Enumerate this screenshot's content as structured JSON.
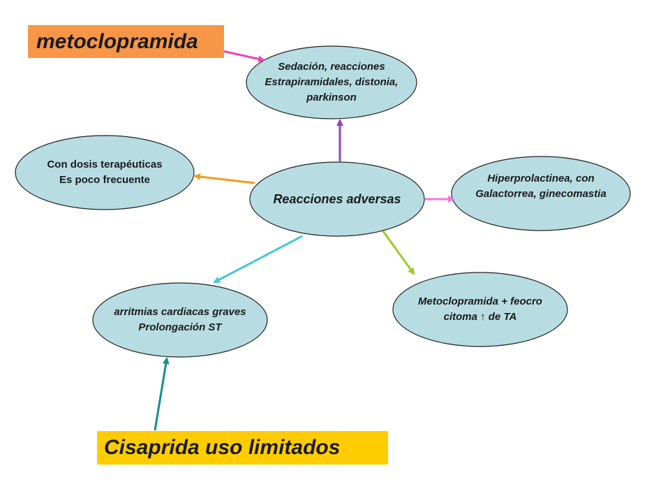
{
  "title_label": "metoclopramida",
  "bottom_label": "Cisaprida uso limitados",
  "nodes": {
    "center": {
      "lines": [
        "Reacciones adversas"
      ]
    },
    "top": {
      "lines": [
        "Sedación, reacciones",
        "Estrapiramidales, distonia,",
        "parkinson"
      ]
    },
    "left": {
      "lines": [
        "Con dosis terapéuticas",
        "Es poco frecuente"
      ]
    },
    "right": {
      "lines": [
        "Hiperprolactinea, con",
        "Galactorrea, ginecomastia"
      ]
    },
    "bottom_right": {
      "lines": [
        "Metoclopramida + feocro",
        "citoma  ↑  de TA"
      ]
    },
    "bottom_left": {
      "lines": [
        "arritmias cardiacas graves",
        "Prolongación ST"
      ]
    }
  },
  "colors": {
    "ellipse_fill": "#b7dde3",
    "ellipse_stroke": "#222222",
    "title_box": "#f79646",
    "bottom_box": "#ffcc00",
    "arrow_top": "#8e44c9",
    "arrow_left": "#f39a1e",
    "arrow_right": "#f27ad6",
    "arrow_bottom_right": "#99cc22",
    "arrow_bottom_left": "#44c7d6",
    "arrow_from_title": "#ee44bb",
    "arrow_from_bottom_box": "#11918f"
  }
}
